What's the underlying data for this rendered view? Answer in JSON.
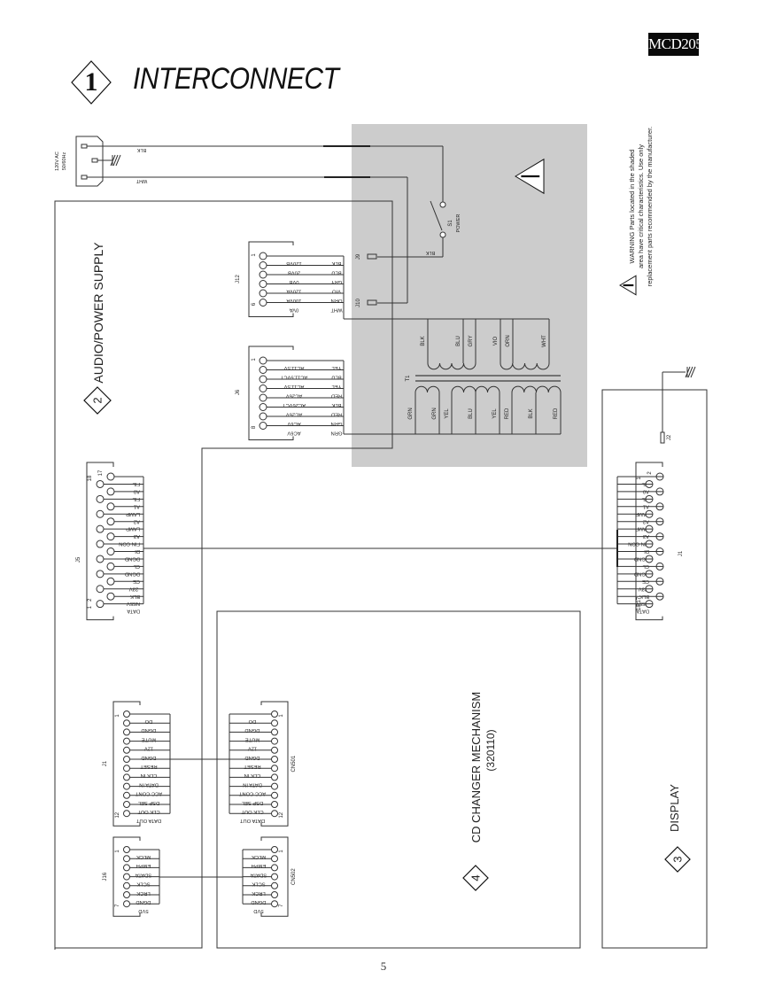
{
  "header": {
    "model": "MCD205",
    "section_number": "1",
    "title": "INTERCONNECT",
    "page_number": "5"
  },
  "ac_input": {
    "label_line1": "120V AC",
    "label_line2": "50/60Hz",
    "wires": [
      "BLK",
      "WHT"
    ]
  },
  "warning": {
    "text_line1": "WARNING Parts located in the shaded",
    "text_line2": "area have critical characteristics. Use only",
    "text_line3": "replacement parts recommended by the manufacturer.",
    "shaded_color": "#cccccc"
  },
  "switch": {
    "ref": "S1",
    "name": "POWER",
    "wire": "BLK"
  },
  "tabs": {
    "j9": "J9",
    "j10": "J10",
    "j2": "J2"
  },
  "modules": {
    "audio_power": {
      "number": "2",
      "name": "AUDIO/POWER SUPPLY"
    },
    "display": {
      "number": "3",
      "name": "DISPLAY"
    },
    "cd_changer": {
      "number": "4",
      "name": "CD CHANGER MECHANISM",
      "part": "(320110)"
    }
  },
  "j12": {
    "ref": "J12",
    "first": "1",
    "last": "6",
    "pins": [
      {
        "signal": "120VB",
        "wire": "BLK"
      },
      {
        "signal": "20VB",
        "wire": "BLU"
      },
      {
        "signal": "0VB",
        "wire": "GRY"
      },
      {
        "signal": "120VA",
        "wire": "VIO"
      },
      {
        "signal": "100VA",
        "wire": "ORN"
      },
      {
        "signal": "0VA",
        "wire": "WHT"
      }
    ]
  },
  "j6": {
    "ref": "J6",
    "first": "1",
    "last": "8",
    "pins": [
      {
        "signal": "AC11.5V",
        "wire": "YEL"
      },
      {
        "signal": "AC11.5VCT",
        "wire": "BLU"
      },
      {
        "signal": "AC11.5V",
        "wire": "YEL"
      },
      {
        "signal": "AC26V",
        "wire": "RED"
      },
      {
        "signal": "AC26VCT",
        "wire": "BLK"
      },
      {
        "signal": "AC26V",
        "wire": "RED"
      },
      {
        "signal": "AC6V",
        "wire": "GRN"
      },
      {
        "signal": "AC6V",
        "wire": "GRN"
      }
    ]
  },
  "transformer": {
    "ref": "T1",
    "primary": [
      "BLK",
      "BLU",
      "GRY",
      "VIO",
      "ORN",
      "WHT"
    ],
    "secondary": [
      "GRN",
      "GRN",
      "YEL",
      "BLU",
      "YEL",
      "RED",
      "BLK",
      "RED"
    ]
  },
  "j5": {
    "ref": "J5",
    "pin_top_a": "18",
    "pin_top_b": "17",
    "pin_bot_a": "2",
    "pin_bot_b": "1",
    "pins": [
      "FIL",
      "A0",
      "FIL",
      "A1",
      "LAMP",
      "A2",
      "LAMP",
      "A3",
      "FIN CON",
      "DI",
      "DGND",
      "CL",
      "DGND",
      "CE",
      "-23V",
      "BLK",
      "NS5V",
      "DATA"
    ]
  },
  "display_j1": {
    "ref": "J1",
    "pin_top_a": "1",
    "pin_top_b": "2",
    "pin_bot_a": "17",
    "pin_bot_b": "18",
    "pins": [
      "FIL",
      "A0",
      "FIL",
      "A1",
      "LAMP",
      "A2",
      "LAMP",
      "A3",
      "FIN CON",
      "DI",
      "DGND",
      "CL",
      "DGND",
      "CE",
      "-23V",
      "BLK",
      "NS5V",
      "DATA"
    ]
  },
  "j1": {
    "ref": "J1",
    "first": "1",
    "last": "12",
    "pins": [
      "DO",
      "DGND",
      "MUTE",
      "12V",
      "DGND",
      "RESET",
      "CLK IN",
      "DATA IN",
      "ACC CONT",
      "DSP SEL",
      "CLK OUT",
      "DATA OUT"
    ]
  },
  "cn501": {
    "ref": "CN501",
    "first": "1",
    "last": "12",
    "pins": [
      "DO",
      "DGND",
      "MUTE",
      "12V",
      "DGND",
      "RESET",
      "CLK IN",
      "DATA IN",
      "ACC CONT",
      "DSP SEL",
      "CLK OUT",
      "DATA OUT"
    ]
  },
  "j16": {
    "ref": "J16",
    "first": "1",
    "last": "7",
    "pins": [
      "MLCK",
      "EMPH",
      "SDATA",
      "SCLK",
      "LRCK",
      "DGND",
      "5VD"
    ]
  },
  "cn502": {
    "ref": "CN502",
    "first": "1",
    "last": "7",
    "pins": [
      "MLCK",
      "EMPH",
      "SDATA",
      "SCLK",
      "LRCK",
      "DGND",
      "5VD"
    ]
  }
}
